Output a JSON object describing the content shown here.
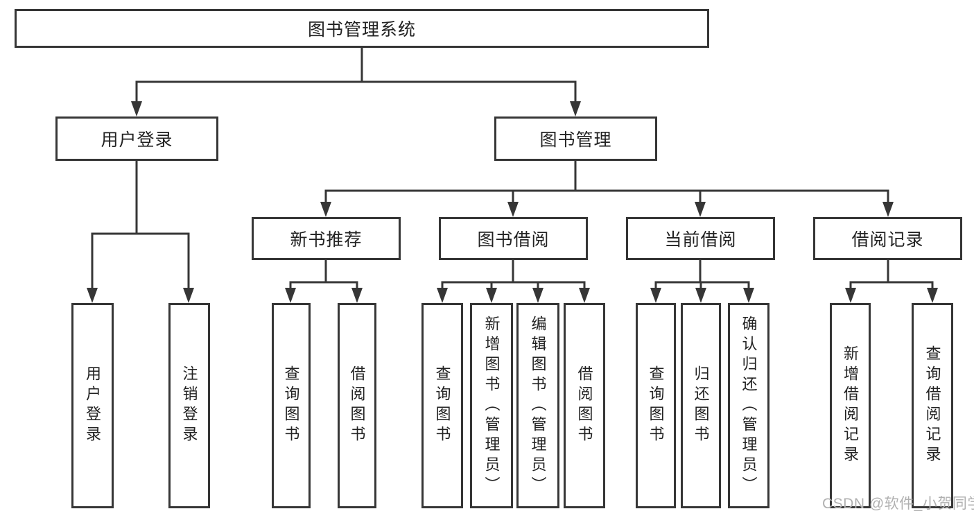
{
  "tree": {
    "root": "图书管理系统",
    "level2": [
      "用户登录",
      "图书管理"
    ],
    "level3": [
      "新书推荐",
      "图书借阅",
      "当前借阅",
      "借阅记录"
    ],
    "leaves": {
      "user_login": [
        "用户登录",
        "注销登录"
      ],
      "new_book": [
        "查询图书",
        "借阅图书"
      ],
      "book_borrow": [
        "查询图书",
        "新增图书（管理员）",
        "编辑图书（管理员）",
        "借阅图书"
      ],
      "current_borrow": [
        "查询图书",
        "归还图书",
        "确认归还（管理员）"
      ],
      "records": [
        "新增借阅记录",
        "查询借阅记录"
      ]
    }
  },
  "watermark": "CSDN @软件_小贺同学",
  "colors": {
    "line": "#363636",
    "text": "#222222",
    "background": "#ffffff",
    "watermark": "#b0b0b0"
  }
}
